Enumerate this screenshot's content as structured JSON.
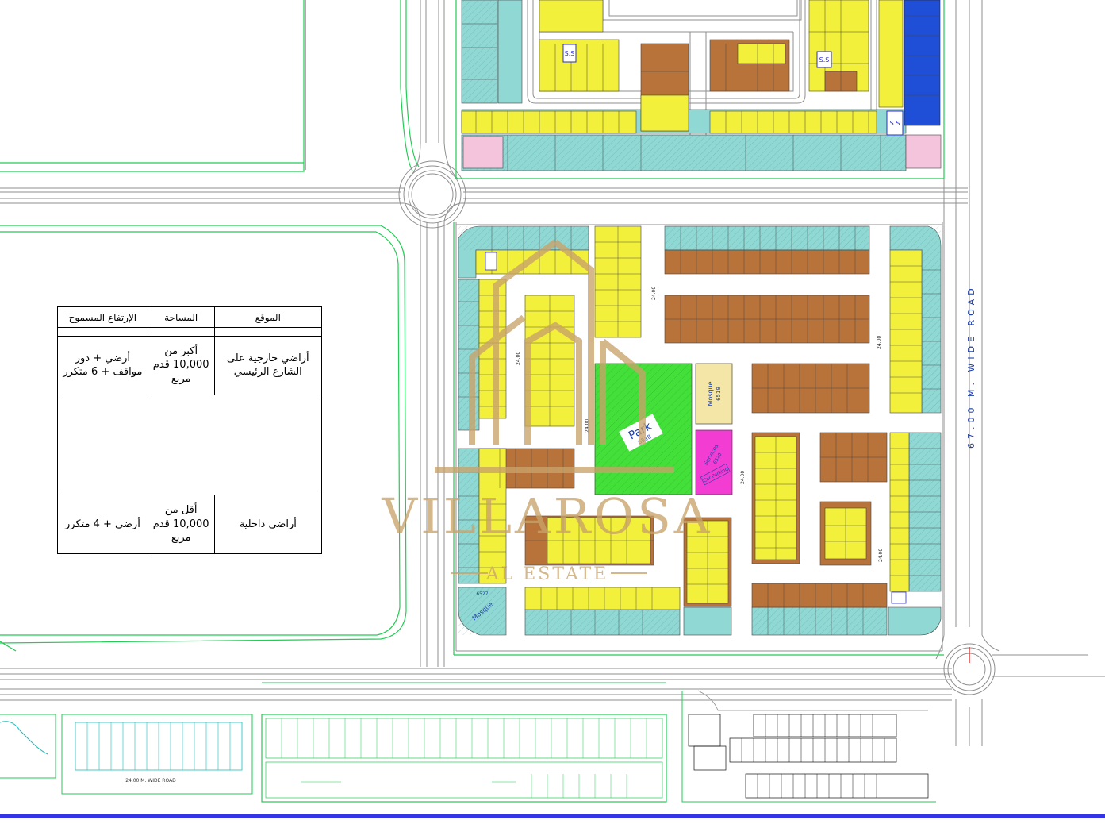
{
  "colors": {
    "road": "#8f8f8f",
    "boundary": "#22cc55",
    "outer_plot": "#8fd8d4",
    "residential": "#f2f03a",
    "commercial": "#b8733a",
    "park": "#44e03a",
    "mosque": "#f3e6a6",
    "services": "#f23cd2",
    "highrise": "#1f4fd6",
    "pink": "#f4c4dc",
    "border_band": "#3434e6",
    "watermark": "#c9a36a"
  },
  "table": {
    "headers": {
      "location": "الموقع",
      "area": "المساحة",
      "height": "الإرتفاع المسموح"
    },
    "rows": [
      {
        "location": "أراضي خارجية على الشارع الرئيسي",
        "area": "أكبر من 10,000 قدم مربع",
        "height": "أرضي + دور مواقف + 6 متكرر"
      },
      {
        "location": "أراضي داخلية",
        "area": "أقل من 10,000 قدم مربع",
        "height": "أرضي + 4 متكرر"
      }
    ]
  },
  "map": {
    "road_label": "67.00 M. WIDE ROAD",
    "bottom_road_label": "24.00 M. WIDE ROAD",
    "park_label": "Park",
    "park_id": "6518",
    "mosque_label": "Mosque",
    "mosque_id": "6519",
    "services_label": "Services",
    "services_id": "6520",
    "car_parking_label": "Car Parking",
    "mosque2_label": "Mosque",
    "mosque2_id": "6527",
    "substation_label": "S.S",
    "road_widths": [
      "24.00",
      "24.00",
      "24.00",
      "24.00",
      "24.00",
      "24.00"
    ],
    "watermark_top": "VILLAROSA",
    "watermark_bottom": "AL ESTATE"
  }
}
